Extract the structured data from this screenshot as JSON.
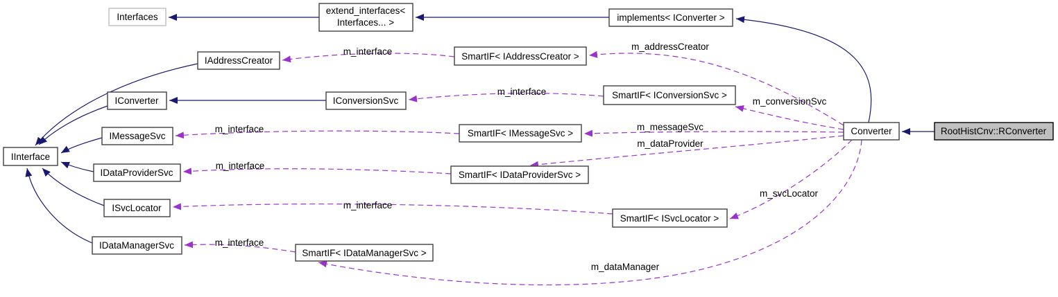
{
  "diagram": {
    "type": "doxygen-collaboration-graph",
    "current_class": "RootHistCnv::RConverter",
    "colors": {
      "inheritance_edge": "#191970",
      "usage_edge": "#9a32cd",
      "node_fill": "#ffffff",
      "highlight_node_fill": "#bfbfbf",
      "grayed_node_border": "#bebebe"
    },
    "nodes": {
      "interfaces": {
        "label": "Interfaces"
      },
      "extend_interfaces": {
        "line1": "extend_interfaces<",
        "line2": "Interfaces... >"
      },
      "implements_iconverter": {
        "label": "implements< IConverter >"
      },
      "iaddresscreator": {
        "label": "IAddressCreator"
      },
      "smartif_iaddresscreator": {
        "label": "SmartIF< IAddressCreator >"
      },
      "iconverter": {
        "label": "IConverter"
      },
      "iconversionsvc": {
        "label": "IConversionSvc"
      },
      "smartif_iconversionsvc": {
        "label": "SmartIF< IConversionSvc >"
      },
      "imessagesvc": {
        "label": "IMessageSvc"
      },
      "smartif_imessagesvc": {
        "label": "SmartIF< IMessageSvc >"
      },
      "iinterface": {
        "label": "IInterface"
      },
      "idataprovidersvc": {
        "label": "IDataProviderSvc"
      },
      "smartif_idataprovidersvc": {
        "label": "SmartIF< IDataProviderSvc >"
      },
      "isvclocator": {
        "label": "ISvcLocator"
      },
      "smartif_isvclocator": {
        "label": "SmartIF< ISvcLocator >"
      },
      "idatamanagersvc": {
        "label": "IDataManagerSvc"
      },
      "smartif_idatamanagersvc": {
        "label": "SmartIF< IDataManagerSvc >"
      },
      "converter": {
        "label": "Converter"
      },
      "rconverter": {
        "label": "RootHistCnv::RConverter"
      }
    },
    "edge_labels": {
      "m_interface": "m_interface",
      "m_addressCreator": "m_addressCreator",
      "m_conversionSvc": "m_conversionSvc",
      "m_messageSvc": "m_messageSvc",
      "m_dataProvider": "m_dataProvider",
      "m_svcLocator": "m_svcLocator",
      "m_dataManager": "m_dataManager"
    },
    "edges": [
      {
        "from": "extend_interfaces",
        "to": "interfaces",
        "style": "inheritance"
      },
      {
        "from": "implements_iconverter",
        "to": "extend_interfaces",
        "style": "inheritance"
      },
      {
        "from": "converter",
        "to": "implements_iconverter",
        "style": "inheritance"
      },
      {
        "from": "iconversionsvc",
        "to": "iconverter",
        "style": "inheritance"
      },
      {
        "from": "rconverter",
        "to": "converter",
        "style": "inheritance"
      },
      {
        "from": "iaddresscreator",
        "to": "iinterface",
        "style": "inheritance"
      },
      {
        "from": "iconverter",
        "to": "iinterface",
        "style": "inheritance"
      },
      {
        "from": "imessagesvc",
        "to": "iinterface",
        "style": "inheritance"
      },
      {
        "from": "idataprovidersvc",
        "to": "iinterface",
        "style": "inheritance"
      },
      {
        "from": "isvclocator",
        "to": "iinterface",
        "style": "inheritance"
      },
      {
        "from": "idatamanagersvc",
        "to": "iinterface",
        "style": "inheritance"
      },
      {
        "from": "smartif_iaddresscreator",
        "to": "iaddresscreator",
        "style": "usage",
        "label": "m_interface"
      },
      {
        "from": "smartif_iconversionsvc",
        "to": "iconversionsvc",
        "style": "usage",
        "label": "m_interface"
      },
      {
        "from": "smartif_imessagesvc",
        "to": "imessagesvc",
        "style": "usage",
        "label": "m_interface"
      },
      {
        "from": "smartif_idataprovidersvc",
        "to": "idataprovidersvc",
        "style": "usage",
        "label": "m_interface"
      },
      {
        "from": "smartif_isvclocator",
        "to": "isvclocator",
        "style": "usage",
        "label": "m_interface"
      },
      {
        "from": "smartif_idatamanagersvc",
        "to": "idatamanagersvc",
        "style": "usage",
        "label": "m_interface"
      },
      {
        "from": "converter",
        "to": "smartif_iaddresscreator",
        "style": "usage",
        "label": "m_addressCreator"
      },
      {
        "from": "converter",
        "to": "smartif_iconversionsvc",
        "style": "usage",
        "label": "m_conversionSvc"
      },
      {
        "from": "converter",
        "to": "smartif_imessagesvc",
        "style": "usage",
        "label": "m_messageSvc"
      },
      {
        "from": "converter",
        "to": "smartif_idataprovidersvc",
        "style": "usage",
        "label": "m_dataProvider"
      },
      {
        "from": "converter",
        "to": "smartif_isvclocator",
        "style": "usage",
        "label": "m_svcLocator"
      },
      {
        "from": "converter",
        "to": "smartif_idatamanagersvc",
        "style": "usage",
        "label": "m_dataManager"
      }
    ]
  }
}
